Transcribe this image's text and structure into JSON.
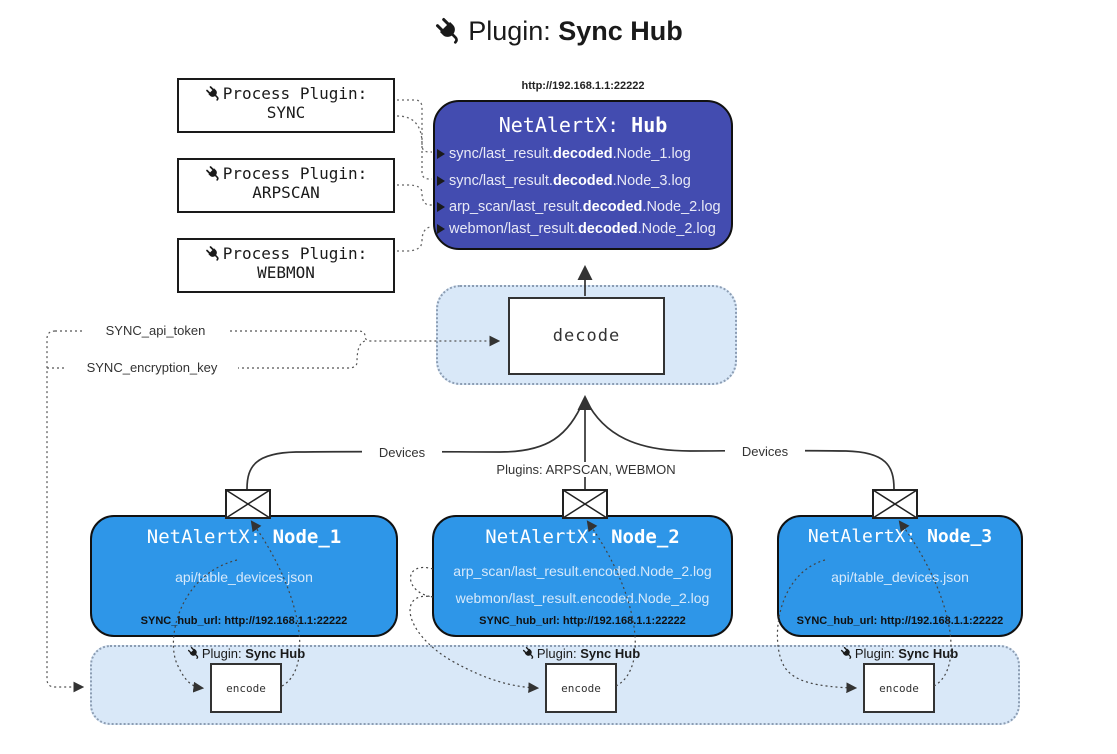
{
  "title": {
    "prefix": "Plugin:",
    "emphasis": "Sync Hub"
  },
  "hub": {
    "url": "http://192.168.1.1:22222",
    "name_prefix": "NetAlertX: ",
    "name": "Hub",
    "rows": [
      {
        "pre": "sync/last_result.",
        "bold": "decoded",
        "post": ".Node_1.log"
      },
      {
        "pre": "sync/last_result.",
        "bold": "decoded",
        "post": ".Node_3.log"
      },
      {
        "pre": "arp_scan/last_result.",
        "bold": "decoded",
        "post": ".Node_2.log"
      },
      {
        "pre": "webmon/last_result.",
        "bold": "decoded",
        "post": ".Node_2.log"
      }
    ]
  },
  "process_plugins": [
    {
      "label": "Process Plugin:",
      "name": "SYNC"
    },
    {
      "label": "Process Plugin:",
      "name": "ARPSCAN"
    },
    {
      "label": "Process Plugin:",
      "name": "WEBMON"
    }
  ],
  "decode": {
    "box_label": "decode"
  },
  "encode": {
    "label_prefix": "Plugin:",
    "label_bold": "Sync Hub",
    "box_label": "encode"
  },
  "edge_labels": {
    "sync_api_token": "SYNC_api_token",
    "sync_encryption_key": "SYNC_encryption_key",
    "devices_left": "Devices",
    "devices_right": "Devices",
    "plugins_mid": "Plugins: ARPSCAN, WEBMON"
  },
  "nodes": [
    {
      "name_prefix": "NetAlertX: ",
      "name": "Node_1",
      "lines": [
        "api/table_devices.json"
      ],
      "hub_url": "SYNC_hub_url: http://192.168.1.1:22222"
    },
    {
      "name_prefix": "NetAlertX: ",
      "name": "Node_2",
      "lines": [
        "arp_scan/last_result.encoded.Node_2.log",
        "webmon/last_result.encoded.Node_2.log"
      ],
      "hub_url": "SYNC_hub_url: http://192.168.1.1:22222"
    },
    {
      "name_prefix": "NetAlertX: ",
      "name": "Node_3",
      "lines": [
        "api/table_devices.json"
      ],
      "hub_url": "SYNC_hub_url: http://192.168.1.1:22222"
    }
  ],
  "colors": {
    "hub_fill": "#434CB0",
    "node_fill": "#2E96E8",
    "panel_fill": "#D9E8F8",
    "panel_border": "#8C9DB3",
    "line_dark": "#333333"
  }
}
